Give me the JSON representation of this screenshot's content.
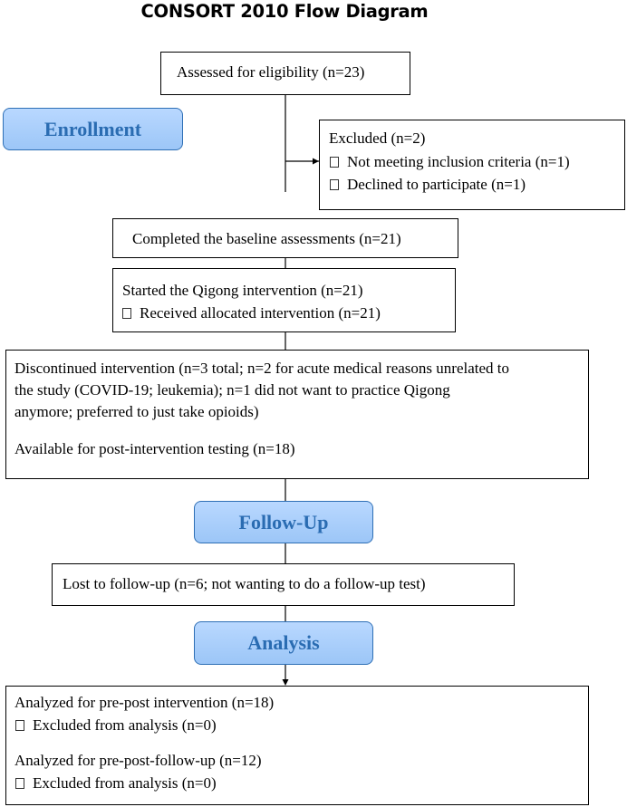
{
  "title": "CONSORT 2010 Flow Diagram",
  "stages": {
    "enrollment": "Enrollment",
    "followup": "Follow-Up",
    "analysis": "Analysis"
  },
  "boxes": {
    "assessed": "Assessed for eligibility (n=23)",
    "excluded": {
      "heading": "Excluded (n=2)",
      "items": [
        "Not meeting inclusion criteria (n=1)",
        "Declined to participate (n=1)"
      ]
    },
    "baseline": "Completed the baseline assessments (n=21)",
    "started": {
      "heading": "Started the Qigong intervention (n=21)",
      "items": [
        "Received allocated intervention (n=21)"
      ]
    },
    "discontinued": {
      "lines": [
        "Discontinued intervention (n=3 total; n=2 for acute medical reasons unrelated to",
        "the study (COVID-19; leukemia); n=1 did not want to practice Qigong",
        "anymore; preferred to just take opioids)"
      ],
      "available": "Available for post-intervention testing (n=18)"
    },
    "lost": "Lost to follow-up (n=6; not wanting to do a follow-up test)",
    "analyzed": {
      "pre_post": "Analyzed for pre-post intervention (n=18)",
      "pre_post_excluded": "Excluded from analysis (n=0)",
      "follow": "Analyzed for pre-post-follow-up (n=12)",
      "follow_excluded": "Excluded from analysis (n=0)"
    }
  }
}
